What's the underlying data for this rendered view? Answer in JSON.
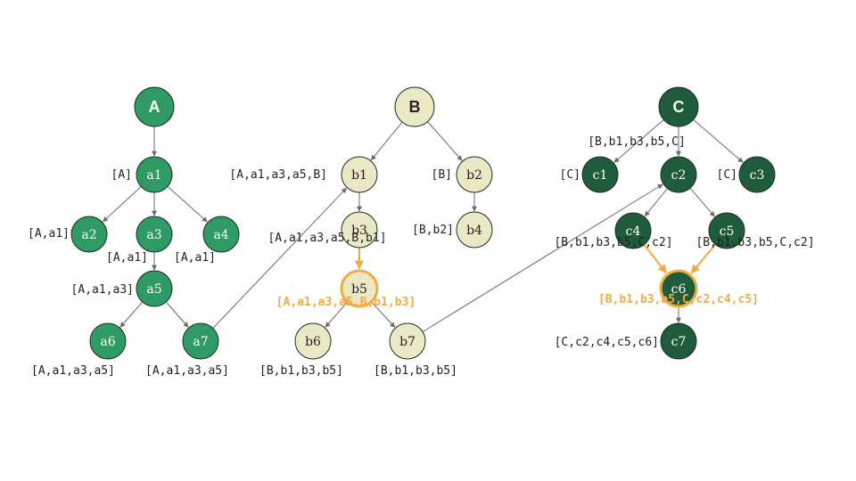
{
  "colors": {
    "tree_a_fill": "#2f9a63",
    "tree_b_fill": "#ebe8c6",
    "tree_c_fill": "#1f5c3b",
    "stroke": "#1f2d24",
    "edge": "#6b6b6b",
    "highlight": "#f2aa42",
    "text_light": "#ffffff",
    "text_dark": "#222222"
  },
  "nodes": [
    {
      "id": "A",
      "label": "A",
      "tree": "a",
      "root": true
    },
    {
      "id": "a1",
      "label": "a1",
      "tree": "a"
    },
    {
      "id": "a2",
      "label": "a2",
      "tree": "a"
    },
    {
      "id": "a3",
      "label": "a3",
      "tree": "a"
    },
    {
      "id": "a4",
      "label": "a4",
      "tree": "a"
    },
    {
      "id": "a5",
      "label": "a5",
      "tree": "a"
    },
    {
      "id": "a6",
      "label": "a6",
      "tree": "a"
    },
    {
      "id": "a7",
      "label": "a7",
      "tree": "a"
    },
    {
      "id": "B",
      "label": "B",
      "tree": "b",
      "root": true
    },
    {
      "id": "b1",
      "label": "b1",
      "tree": "b"
    },
    {
      "id": "b2",
      "label": "b2",
      "tree": "b"
    },
    {
      "id": "b3",
      "label": "b3",
      "tree": "b"
    },
    {
      "id": "b4",
      "label": "b4",
      "tree": "b"
    },
    {
      "id": "b5",
      "label": "b5",
      "tree": "b",
      "highlight": true
    },
    {
      "id": "b6",
      "label": "b6",
      "tree": "b"
    },
    {
      "id": "b7",
      "label": "b7",
      "tree": "b"
    },
    {
      "id": "C",
      "label": "C",
      "tree": "c",
      "root": true
    },
    {
      "id": "c1",
      "label": "c1",
      "tree": "c"
    },
    {
      "id": "c2",
      "label": "c2",
      "tree": "c"
    },
    {
      "id": "c3",
      "label": "c3",
      "tree": "c"
    },
    {
      "id": "c4",
      "label": "c4",
      "tree": "c"
    },
    {
      "id": "c5",
      "label": "c5",
      "tree": "c"
    },
    {
      "id": "c6",
      "label": "c6",
      "tree": "c",
      "highlight": true
    },
    {
      "id": "c7",
      "label": "c7",
      "tree": "c"
    }
  ],
  "edges": [
    {
      "from": "A",
      "to": "a1"
    },
    {
      "from": "a1",
      "to": "a2"
    },
    {
      "from": "a1",
      "to": "a3"
    },
    {
      "from": "a1",
      "to": "a4"
    },
    {
      "from": "a3",
      "to": "a5"
    },
    {
      "from": "a5",
      "to": "a6"
    },
    {
      "from": "a5",
      "to": "a7"
    },
    {
      "from": "a7",
      "to": "b1"
    },
    {
      "from": "B",
      "to": "b1"
    },
    {
      "from": "B",
      "to": "b2"
    },
    {
      "from": "b1",
      "to": "b3"
    },
    {
      "from": "b2",
      "to": "b4"
    },
    {
      "from": "b3",
      "to": "b5",
      "highlight": true
    },
    {
      "from": "b5",
      "to": "b6"
    },
    {
      "from": "b5",
      "to": "b7"
    },
    {
      "from": "b7",
      "to": "c2"
    },
    {
      "from": "C",
      "to": "c1"
    },
    {
      "from": "C",
      "to": "c2"
    },
    {
      "from": "C",
      "to": "c3"
    },
    {
      "from": "c2",
      "to": "c4"
    },
    {
      "from": "c2",
      "to": "c5"
    },
    {
      "from": "c4",
      "to": "c6",
      "highlight": true
    },
    {
      "from": "c5",
      "to": "c6",
      "highlight": true
    },
    {
      "from": "c6",
      "to": "c7"
    }
  ],
  "path_labels": [
    {
      "node": "a1",
      "text": "[A]"
    },
    {
      "node": "a2",
      "text": "[A,a1]"
    },
    {
      "node": "a3",
      "text": "[A,a1]"
    },
    {
      "node": "a4",
      "text": "[A,a1]"
    },
    {
      "node": "a5",
      "text": "[A,a1,a3]"
    },
    {
      "node": "a6",
      "text": "[A,a1,a3,a5]"
    },
    {
      "node": "a7",
      "text": "[A,a1,a3,a5]"
    },
    {
      "node": "b1",
      "text": "[A,a1,a3,a5,B]"
    },
    {
      "node": "b2",
      "text": "[B]"
    },
    {
      "node": "b3",
      "text": "[A,a1,a3,a5,B,b1]"
    },
    {
      "node": "b4",
      "text": "[B,b2]"
    },
    {
      "node": "b5",
      "text": "[A,a1,a3,a5,B,b1,b3]",
      "highlight": true
    },
    {
      "node": "b6",
      "text": "[B,b1,b3,b5]"
    },
    {
      "node": "b7",
      "text": "[B,b1,b3,b5]"
    },
    {
      "node": "c1",
      "text": "[C]"
    },
    {
      "node": "c2",
      "text": "[B,b1,b3,b5,C]"
    },
    {
      "node": "c3",
      "text": "[C]"
    },
    {
      "node": "c4",
      "text": "[B,b1,b3,b5,C,c2]"
    },
    {
      "node": "c5",
      "text": "[B,b1,b3,b5,C,c2]"
    },
    {
      "node": "c6",
      "text": "[B,b1,b3,b5,C,c2,c4,c5]",
      "highlight": true
    },
    {
      "node": "c7",
      "text": "[C,c2,c4,c5,c6]"
    }
  ]
}
